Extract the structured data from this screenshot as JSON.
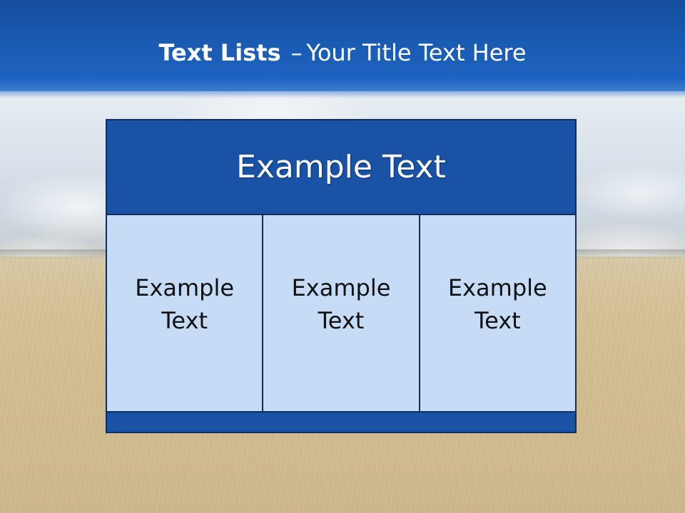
{
  "slide": {
    "title_bold": "Text Lists",
    "title_dash": "–",
    "title_rest": "Your Title Text Here"
  },
  "panel": {
    "header": "Example Text",
    "cells": [
      {
        "text": "Example Text"
      },
      {
        "text": "Example Text"
      },
      {
        "text": "Example Text"
      }
    ]
  },
  "colors": {
    "title_bar": "#1a5bb2",
    "panel_dark": "#1a53a6",
    "panel_light": "#c6dbf6",
    "border": "#0e2f5c"
  }
}
